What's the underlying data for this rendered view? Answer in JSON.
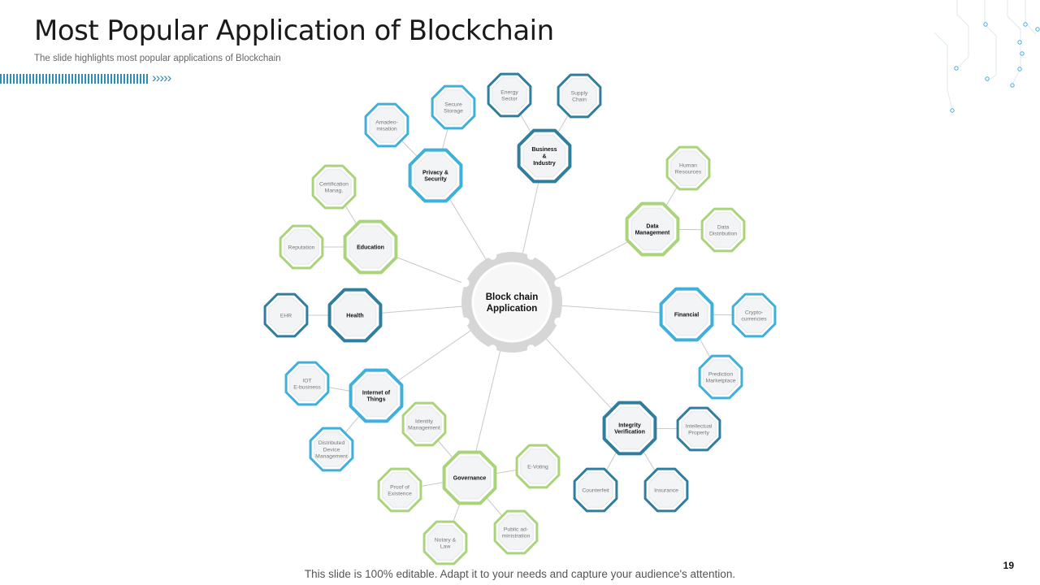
{
  "header": {
    "title": "Most Popular Application of Blockchain",
    "subtitle": "The slide highlights most popular applications of Blockchain"
  },
  "colors": {
    "dark_blue": "#2f7ea0",
    "light_blue": "#3fb0d9",
    "green": "#a9d47a",
    "hub_ring": "#d6d6d6",
    "connector": "#c8c8c8"
  },
  "decoration": {
    "chevrons": "›››››",
    "stripe_icon": "dashed-stripe"
  },
  "diagram": {
    "center": {
      "label": [
        "Block chain",
        "Application"
      ]
    },
    "categories": [
      {
        "id": "privacy",
        "label": [
          "Privacy &",
          "Security"
        ],
        "color": "light_blue",
        "leaves": [
          {
            "label": [
              "Amadeo-",
              "misation"
            ]
          },
          {
            "label": [
              "Secure",
              "Storage"
            ]
          }
        ]
      },
      {
        "id": "business",
        "label": [
          "Business",
          "&",
          "Industry"
        ],
        "color": "dark_blue",
        "leaves": [
          {
            "label": [
              "Energy",
              "Sector"
            ]
          },
          {
            "label": [
              "Supply",
              "Chain"
            ]
          }
        ]
      },
      {
        "id": "data",
        "label": [
          "Data",
          "Management"
        ],
        "color": "green",
        "leaves": [
          {
            "label": [
              "Human",
              "Resources"
            ]
          },
          {
            "label": [
              "Data",
              "Distribution"
            ]
          }
        ]
      },
      {
        "id": "education",
        "label": [
          "Education"
        ],
        "color": "green",
        "leaves": [
          {
            "label": [
              "Certification",
              "Manag."
            ]
          },
          {
            "label": [
              "Reputation"
            ]
          }
        ]
      },
      {
        "id": "health",
        "label": [
          "Health"
        ],
        "color": "dark_blue",
        "leaves": [
          {
            "label": [
              "EHR"
            ]
          }
        ]
      },
      {
        "id": "financial",
        "label": [
          "Financial"
        ],
        "color": "light_blue",
        "leaves": [
          {
            "label": [
              "Crypto-",
              "currencies"
            ]
          },
          {
            "label": [
              "Prediction",
              "Marketplace"
            ]
          }
        ]
      },
      {
        "id": "iot",
        "label": [
          "Internet of",
          "Things"
        ],
        "color": "light_blue",
        "leaves": [
          {
            "label": [
              "IOT",
              "E-business"
            ]
          },
          {
            "label": [
              "Distributed",
              "Device",
              "Management"
            ]
          }
        ]
      },
      {
        "id": "integrity",
        "label": [
          "Integrity",
          "Verification"
        ],
        "color": "dark_blue",
        "leaves": [
          {
            "label": [
              "Intellectual",
              "Property"
            ]
          },
          {
            "label": [
              "Counterfeit"
            ]
          },
          {
            "label": [
              "Insurance"
            ]
          }
        ]
      },
      {
        "id": "governance",
        "label": [
          "Governance"
        ],
        "color": "green",
        "leaves": [
          {
            "label": [
              "Identity",
              "Management"
            ]
          },
          {
            "label": [
              "E-Voting"
            ]
          },
          {
            "label": [
              "Proof of",
              "Existence"
            ]
          },
          {
            "label": [
              "Notary &",
              "Law"
            ]
          },
          {
            "label": [
              "Public ad-",
              "ministration"
            ]
          }
        ]
      }
    ]
  },
  "footer": {
    "note": "This slide is 100% editable. Adapt it to your needs and capture your audience's attention.",
    "page_number": "19"
  }
}
